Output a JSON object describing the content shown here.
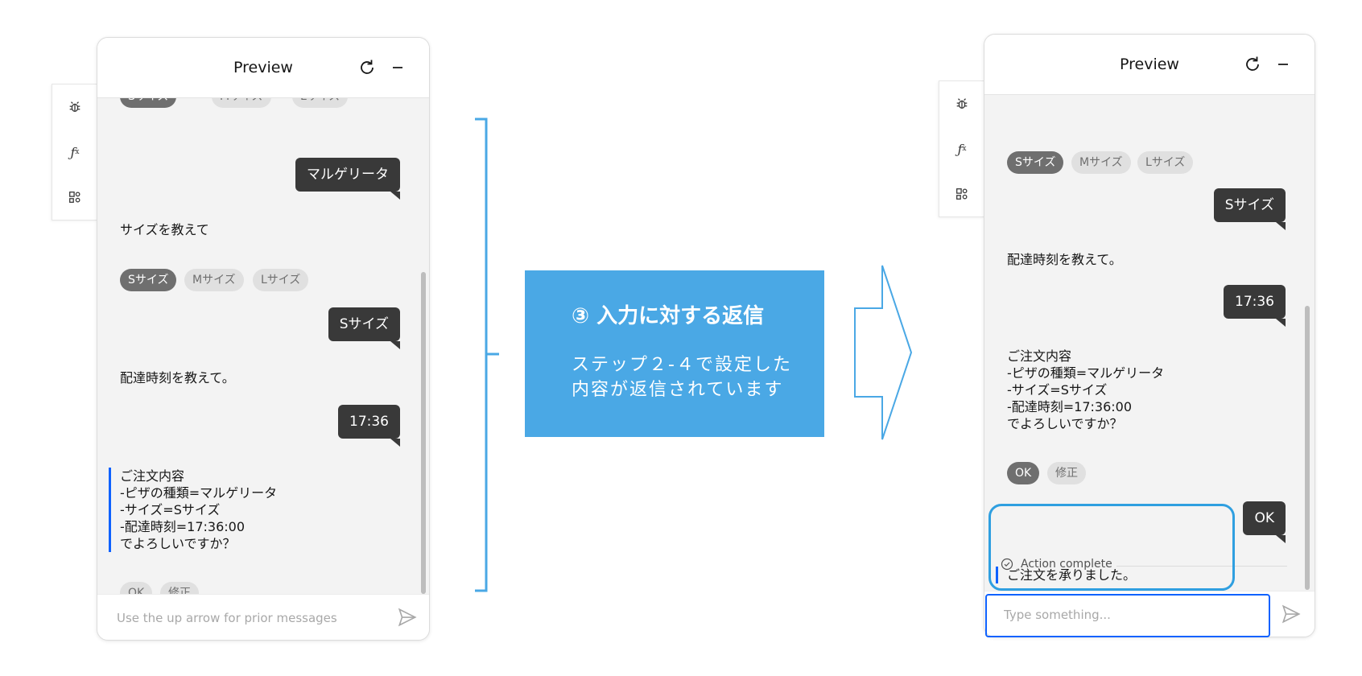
{
  "left_panel": {
    "title": "Preview",
    "top_chips": [
      "Sサイズ",
      "Mサイズ",
      "Lサイズ"
    ],
    "messages": {
      "user_pizza": "マルゲリータ",
      "ask_size": "サイズを教えて",
      "user_size": "Sサイズ",
      "ask_time": "配達時刻を教えて。",
      "user_time": "17:36",
      "summary": "ご注文内容\n-ピザの種類=マルゲリータ\n-サイズ=Sサイズ\n-配達時刻=17:36:00\nでよろしいですか？"
    },
    "size_chips": [
      "Sサイズ",
      "Mサイズ",
      "Lサイズ"
    ],
    "confirm_chips": [
      "OK",
      "修正"
    ],
    "input_placeholder": "Use the up arrow for prior messages"
  },
  "annotation": {
    "title": "③ 入力に対する返信",
    "body": "ステップ２-４で設定した\n内容が返信されています",
    "accent_color": "#4aa8e5"
  },
  "right_panel": {
    "title": "Preview",
    "size_chips": [
      "Sサイズ",
      "Mサイズ",
      "Lサイズ"
    ],
    "messages": {
      "user_size": "Sサイズ",
      "ask_time": "配達時刻を教えて。",
      "user_time": "17:36",
      "summary": "ご注文内容\n-ピザの種類=マルゲリータ\n-サイズ=Sサイズ\n-配達時刻=17:36:00\nでよろしいですか？",
      "user_ok": "OK",
      "final": "ご注文を承りました。",
      "action_status": "Action complete"
    },
    "confirm_chips": [
      "OK",
      "修正"
    ],
    "input_placeholder": "Type something..."
  },
  "icons": {
    "tool_debug": "bug-icon",
    "tool_fx": "fx",
    "tool_variables": "variables-icon",
    "header_refresh": "refresh-icon",
    "header_minimize": "minimize-icon",
    "send": "send-icon",
    "status": "check-circle-icon"
  },
  "colors": {
    "user_bubble": "#393939",
    "chip_selected": "#6f6f6f",
    "chip": "#e0e0e0",
    "focus": "#0f62fe",
    "highlight": "#2f9fe0"
  }
}
